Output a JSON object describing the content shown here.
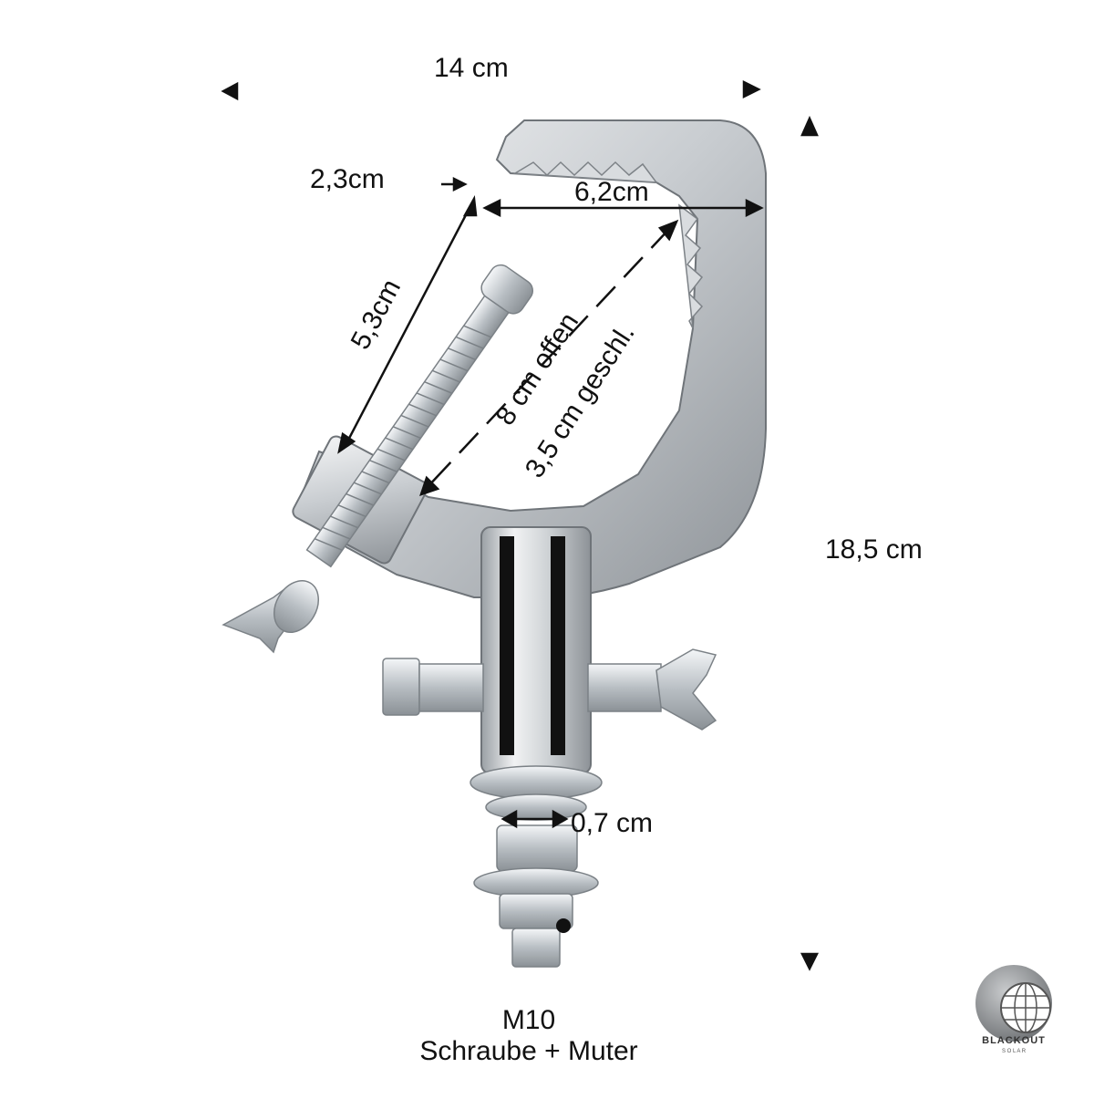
{
  "dimensions": {
    "width_total": "14 cm",
    "jaw_depth": "2,3cm",
    "jaw_width": "6,2cm",
    "side_length": "5,3cm",
    "opening_open": "8 cm offen",
    "opening_closed": "3,5 cm geschl.",
    "height_total": "18,5 cm",
    "bolt_diameter": "0,7 cm"
  },
  "caption": {
    "thread": "M10",
    "hardware": "Schraube + Muter"
  },
  "logo": {
    "text": "BLACKOUT",
    "sub": "S O L A R"
  },
  "colors": {
    "arrow": "#111111",
    "aluminium_light": "#e6e8ea",
    "aluminium_mid": "#b9bdc1",
    "aluminium_dark": "#7c8186",
    "steel": "#cfd4d8",
    "logo_grey": "#8a8d90"
  }
}
